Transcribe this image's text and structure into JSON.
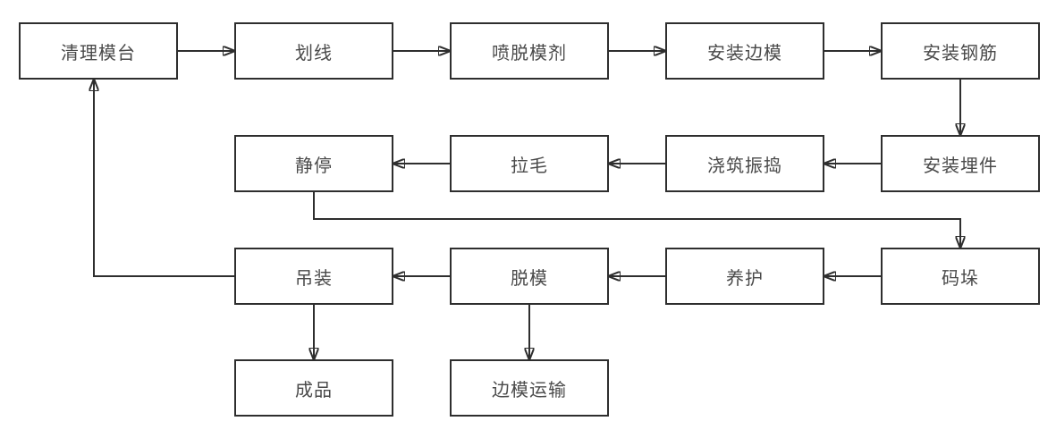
{
  "diagram": {
    "type": "flowchart",
    "background_color": "#ffffff",
    "box_fill_color": "#ffffff",
    "box_border_color": "#2e2e2e",
    "arrow_color": "#2e2e2e",
    "text_color": "#4a4a4a",
    "nodes": [
      {
        "id": "clean-pallet",
        "label": "清理模台"
      },
      {
        "id": "marking",
        "label": "划线"
      },
      {
        "id": "spray-release-agent",
        "label": "喷脱模剂"
      },
      {
        "id": "install-side-forms",
        "label": "安装边模"
      },
      {
        "id": "install-rebar",
        "label": "安装钢筋"
      },
      {
        "id": "install-embeds",
        "label": "安装埋件"
      },
      {
        "id": "pour-and-vibrate",
        "label": "浇筑振捣"
      },
      {
        "id": "roughening",
        "label": "拉毛"
      },
      {
        "id": "resting",
        "label": "静停"
      },
      {
        "id": "stacking",
        "label": "码垛"
      },
      {
        "id": "curing",
        "label": "养护"
      },
      {
        "id": "demolding",
        "label": "脱模"
      },
      {
        "id": "lifting",
        "label": "吊装"
      },
      {
        "id": "finished-product",
        "label": "成品"
      },
      {
        "id": "side-form-transport",
        "label": "边模运输"
      }
    ],
    "edges": [
      {
        "from": "清理模台",
        "to": "划线"
      },
      {
        "from": "划线",
        "to": "喷脱模剂"
      },
      {
        "from": "喷脱模剂",
        "to": "安装边模"
      },
      {
        "from": "安装边模",
        "to": "安装钢筋"
      },
      {
        "from": "安装钢筋",
        "to": "安装埋件"
      },
      {
        "from": "安装埋件",
        "to": "浇筑振捣"
      },
      {
        "from": "浇筑振捣",
        "to": "拉毛"
      },
      {
        "from": "拉毛",
        "to": "静停"
      },
      {
        "from": "静停",
        "to": "码垛"
      },
      {
        "from": "码垛",
        "to": "养护"
      },
      {
        "from": "养护",
        "to": "脱模"
      },
      {
        "from": "脱模",
        "to": "吊装"
      },
      {
        "from": "吊装",
        "to": "清理模台"
      },
      {
        "from": "吊装",
        "to": "成品"
      },
      {
        "from": "脱模",
        "to": "边模运输"
      }
    ]
  }
}
